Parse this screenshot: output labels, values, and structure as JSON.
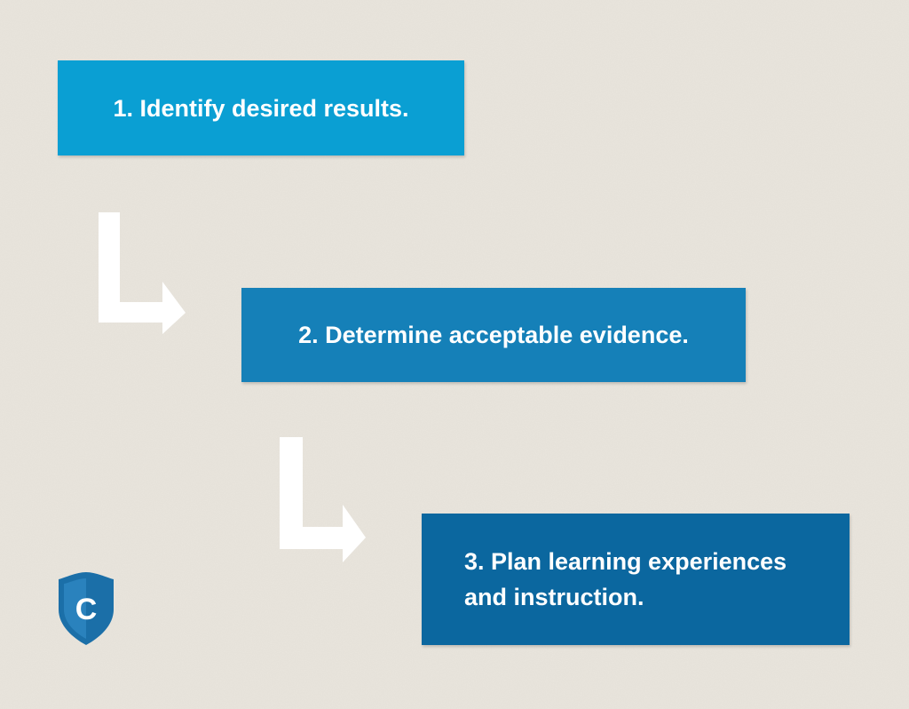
{
  "steps": [
    {
      "label": "1. Identify desired results.",
      "color": "#0a9fd3"
    },
    {
      "label": "2. Determine acceptable evidence.",
      "color": "#1580b8"
    },
    {
      "label_lines": [
        "3. Plan learning experiences",
        "and instruction."
      ],
      "color": "#0b679f"
    }
  ],
  "connectors": [
    {
      "icon": "elbow-arrow-right-icon",
      "color": "#ffffff"
    },
    {
      "icon": "elbow-arrow-right-icon",
      "color": "#ffffff"
    }
  ],
  "logo": {
    "icon": "shield-icon",
    "letter": "C",
    "color": "#1b6fa8"
  }
}
